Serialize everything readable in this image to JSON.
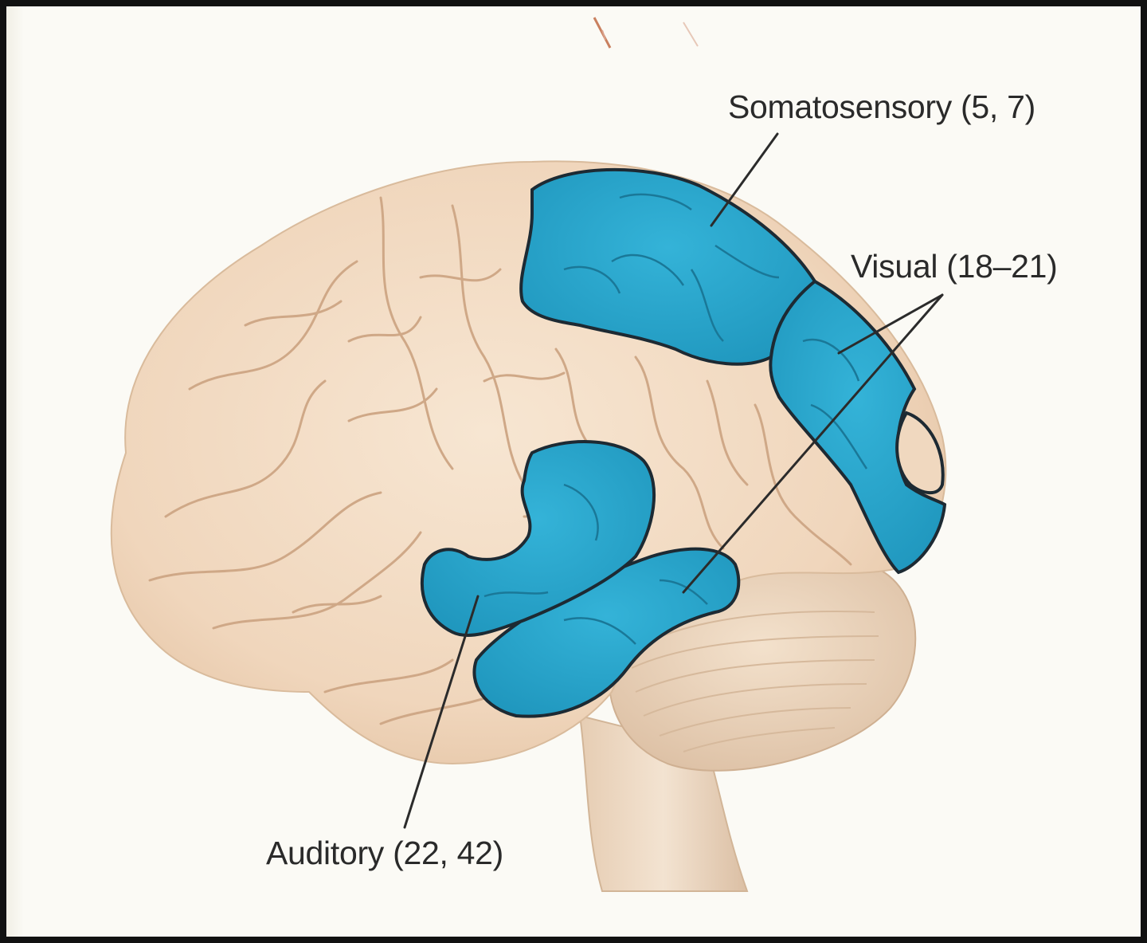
{
  "labels": {
    "somatosensory": "Somatosensory (5, 7)",
    "visual": "Visual (18–21)",
    "auditory": "Auditory (22, 42)"
  },
  "colors": {
    "region_fill": "#27a8cf",
    "region_stroke": "#1d2a33",
    "brain_fill": "#f2dcc2",
    "brain_shadow": "#e4c5a6",
    "cerebellum_fill": "#eed7c0",
    "leader_line": "#2b2b2b"
  }
}
